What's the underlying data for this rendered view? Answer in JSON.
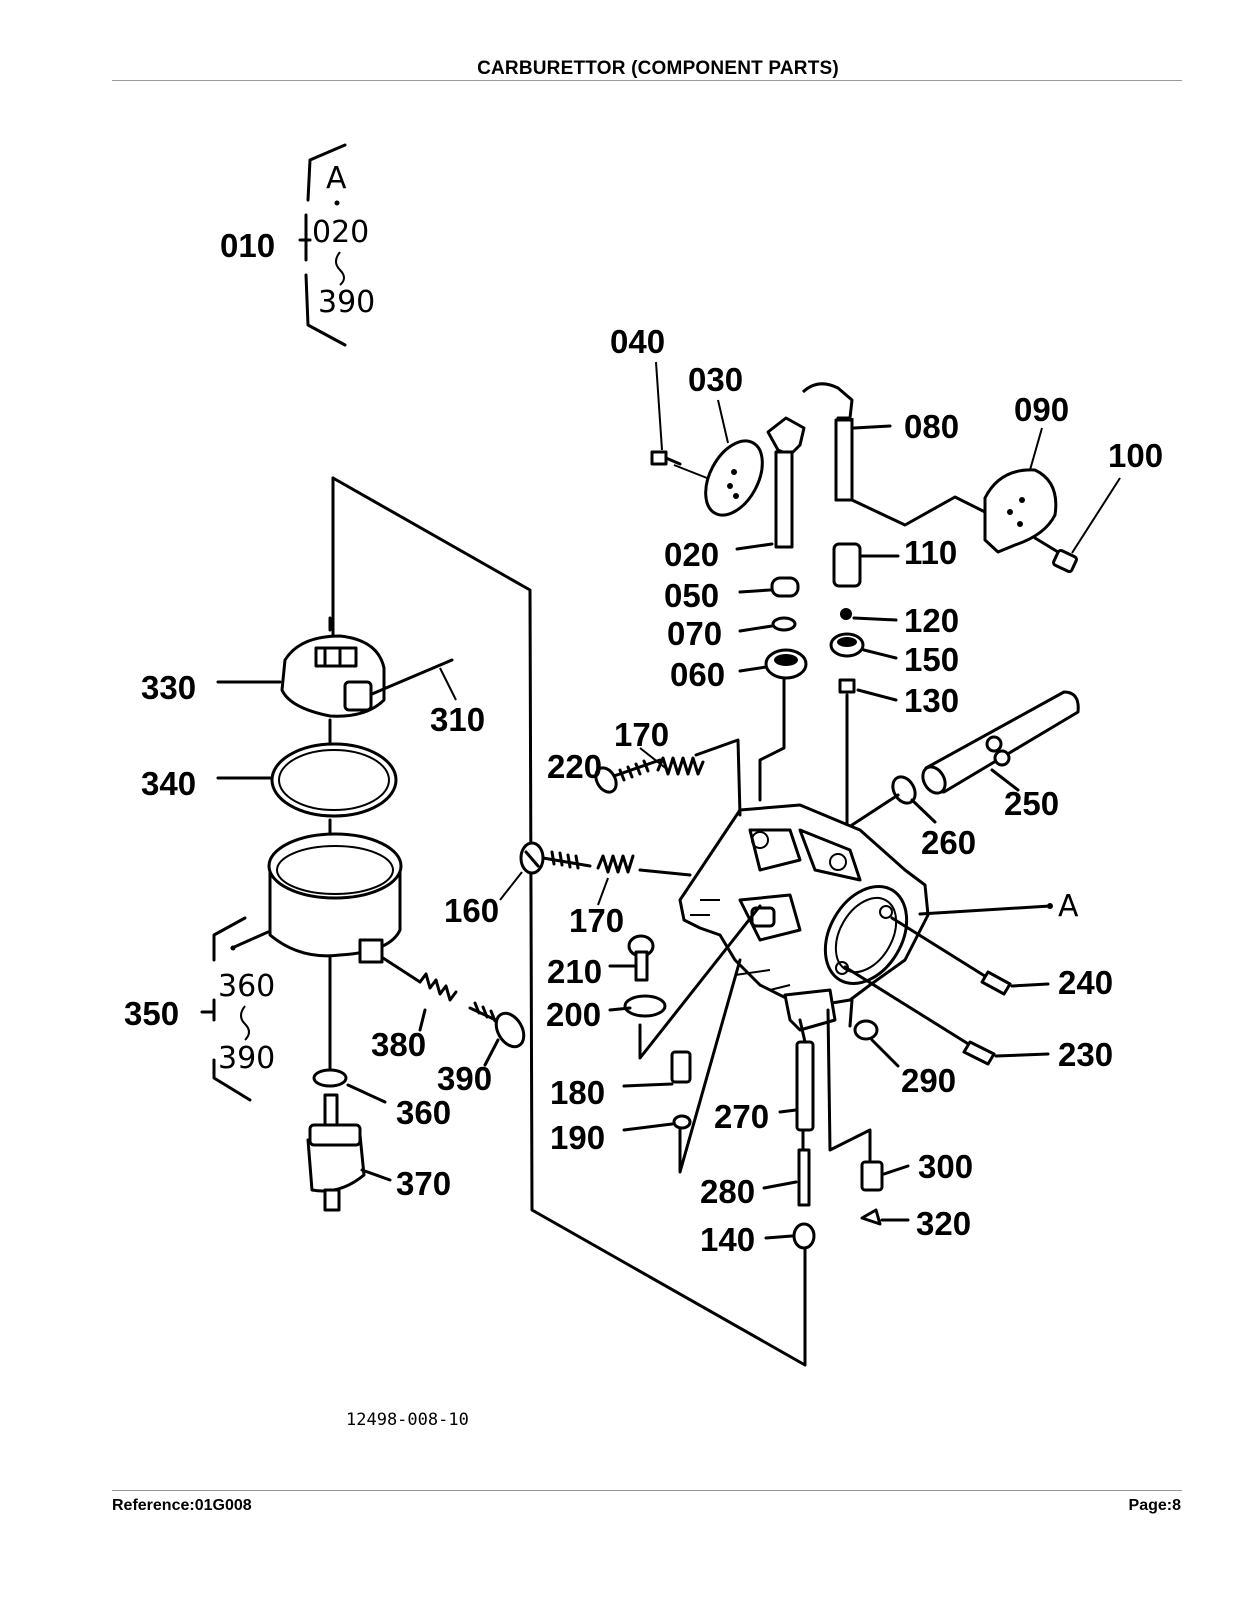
{
  "header": {
    "title": "CARBURETTOR (COMPONENT PARTS)"
  },
  "footer": {
    "reference": "Reference:01G008",
    "page": "Page:8"
  },
  "diagram": {
    "drawing_code": "12498-008-10",
    "assembly_010": {
      "label": "010",
      "letter": "A",
      "range_from": "020",
      "range_to": "390"
    },
    "assembly_350": {
      "label": "350",
      "range_from": "360",
      "range_to": "390"
    },
    "connector_A": "A",
    "callouts": {
      "c040": "040",
      "c030": "030",
      "c080": "080",
      "c090": "090",
      "c100": "100",
      "c020": "020",
      "c050": "050",
      "c070": "070",
      "c060": "060",
      "c110": "110",
      "c120": "120",
      "c150": "150",
      "c130": "130",
      "c330": "330",
      "c310": "310",
      "c340": "340",
      "c170a": "170",
      "c220": "220",
      "c250": "250",
      "c260": "260",
      "c160": "160",
      "c170b": "170",
      "c240": "240",
      "c210": "210",
      "c200": "200",
      "c230": "230",
      "c380": "380",
      "c390": "390",
      "c360": "360",
      "c370": "370",
      "c180": "180",
      "c190": "190",
      "c270": "270",
      "c290": "290",
      "c300": "300",
      "c280": "280",
      "c320": "320",
      "c140": "140"
    }
  }
}
